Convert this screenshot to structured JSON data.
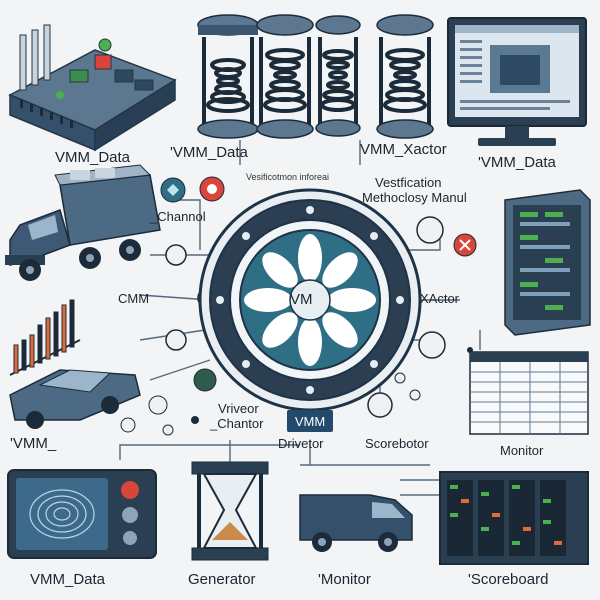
{
  "center": {
    "label": "VM"
  },
  "top_row": {
    "label_1": "VMM_Data",
    "label_2": "'VMM_Data",
    "label_3": "VMM_Xactor",
    "label_4": "'VMM_Data"
  },
  "middle": {
    "header_small": "Vesificotmon inforeai",
    "manual_line1": "Vestfication",
    "manual_line2": "Methoclosy Manul",
    "channel": "_Channol",
    "cmm": "CMM",
    "xactor": "XActor"
  },
  "lower": {
    "vmm_left": "'VMM_",
    "driver_line1": "Vriveor",
    "driver_line2": "_Chantor",
    "vmm_tag": "VMM",
    "drivetor": "Drivetor",
    "scorebotor": "Scorebotor",
    "monitor_right": "Monitor"
  },
  "bottom_row": {
    "label_1": "VMM_Data",
    "label_2": "Generator",
    "label_3": "'Monitor",
    "label_4": "'Scoreboard"
  },
  "colors": {
    "navy": "#243a52",
    "teal": "#2f6f86",
    "steel": "#5f7a92",
    "light": "#b9c9d6",
    "orange": "#e06a3a",
    "green": "#4caf50",
    "red": "#d9453a"
  }
}
